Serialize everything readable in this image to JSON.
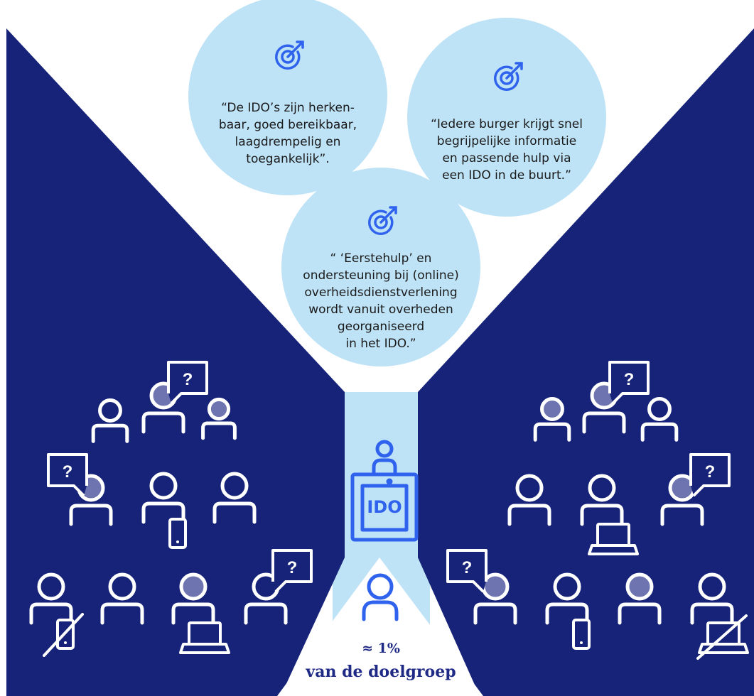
{
  "colors": {
    "navy": "#162378",
    "light_blue": "#bfe3f6",
    "icon_blue": "#2f63ee",
    "head_fill": "#6d74b0",
    "text_navy": "#1e2a86"
  },
  "goals": [
    {
      "icon": "target-icon",
      "text": "“De IDO’s zijn herken-\nbaar, goed bereikbaar,\nlaagdrempelig en\ntoegankelijk”."
    },
    {
      "icon": "target-icon",
      "text": "“Iedere burger krijgt snel\nbegrijpelijke informatie\nen passende hulp via\neen IDO in de buurt.”"
    },
    {
      "icon": "target-icon",
      "text": "“ ‘Eerstehulp’ en\nondersteuning bij (online)\noverheidsdienstverlening\nwordt vanuit overheden\ngeorganiseerd\nin het IDO.”"
    }
  ],
  "ido": {
    "label": "IDO",
    "icon": "service-desk-icon"
  },
  "reach": {
    "percent": "≈ 1%",
    "caption": "van de doelgroep",
    "icon": "person-icon"
  },
  "crowd_icons": [
    "person-icon",
    "question-bubble-icon",
    "phone-icon",
    "laptop-icon",
    "no-phone-icon",
    "no-laptop-icon"
  ]
}
